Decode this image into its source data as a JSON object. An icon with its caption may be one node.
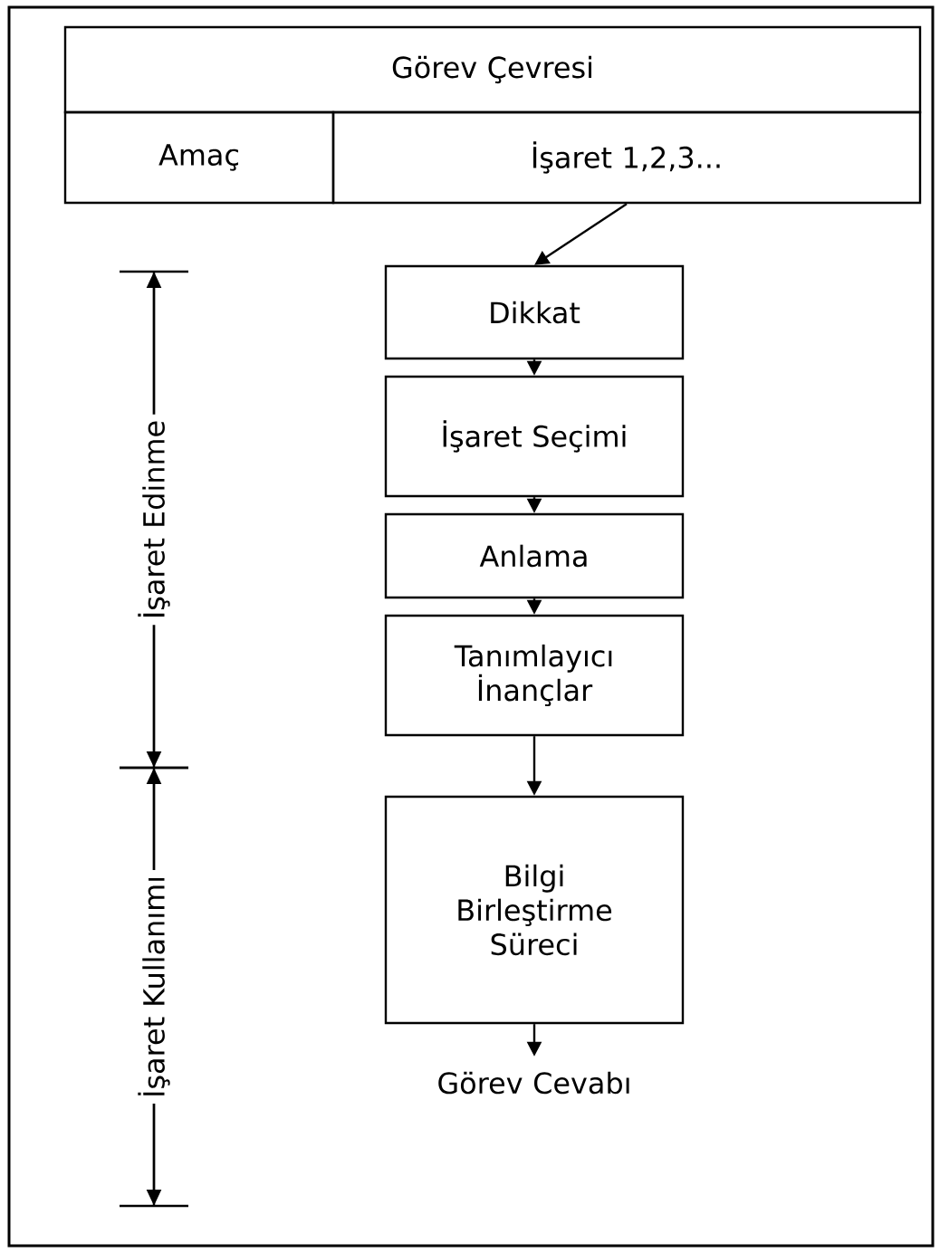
{
  "diagram": {
    "nodes": [
      {
        "text": [
          "Görev Çevresi"
        ]
      },
      {
        "text": [
          "Amaç"
        ]
      },
      {
        "text": [
          "İşaret 1,2,3..."
        ]
      },
      {
        "text": [
          "Dikkat"
        ]
      },
      {
        "text": [
          "İşaret Seçimi"
        ]
      },
      {
        "text": [
          "Anlama"
        ]
      },
      {
        "text": [
          "Tanımlayıcı İnançlar"
        ]
      },
      {
        "text": [
          "Bilgi Birleştirme Süreci"
        ]
      },
      {
        "text": [
          "Görev Cevabı"
        ]
      }
    ],
    "edges": [
      {
        "from": 2,
        "to": 3,
        "arrow": "to"
      },
      {
        "from": 3,
        "to": 4,
        "arrow": "to"
      },
      {
        "from": 4,
        "to": 5,
        "arrow": "to"
      },
      {
        "from": 5,
        "to": 6,
        "arrow": "to"
      },
      {
        "from": 6,
        "to": 7,
        "arrow": "to"
      },
      {
        "from": 7,
        "to": 8,
        "arrow": "to"
      }
    ],
    "labels": [
      "İşaret Edinme",
      "İşaret Kullanımı"
    ]
  }
}
